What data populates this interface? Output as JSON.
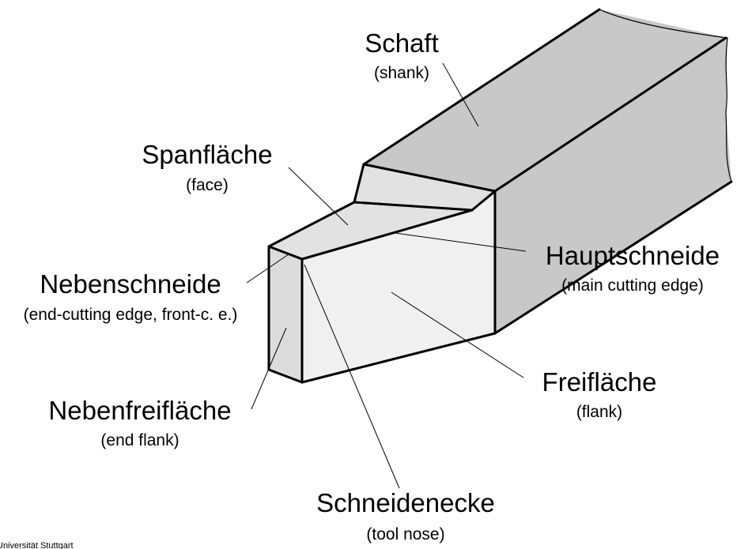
{
  "labels": {
    "schaft": {
      "de": "Schaft",
      "en": "(shank)"
    },
    "spanflaeche": {
      "de": "Spanfläche",
      "en": "(face)"
    },
    "hauptschneide": {
      "de": "Hauptschneide",
      "en": "(main cutting edge)"
    },
    "nebenschneide": {
      "de": "Nebenschneide",
      "en": "(end-cutting edge, front-c. e.)"
    },
    "freiflaeche": {
      "de": "Freifläche",
      "en": "(flank)"
    },
    "nebenfreiflaeche": {
      "de": "Nebenfreifläche",
      "en": "(end flank)"
    },
    "schneidenecke": {
      "de": "Schneidenecke",
      "en": "(tool nose)"
    }
  },
  "footer": {
    "text": "Universität Stuttgart"
  },
  "colors": {
    "shank_top": "#c8c8c8",
    "shank_side": "#c8c8c8",
    "face": "#e2e2e2",
    "flank": "#f0f0f0",
    "end_flank": "#dcdcdc",
    "outline": "#000000"
  }
}
